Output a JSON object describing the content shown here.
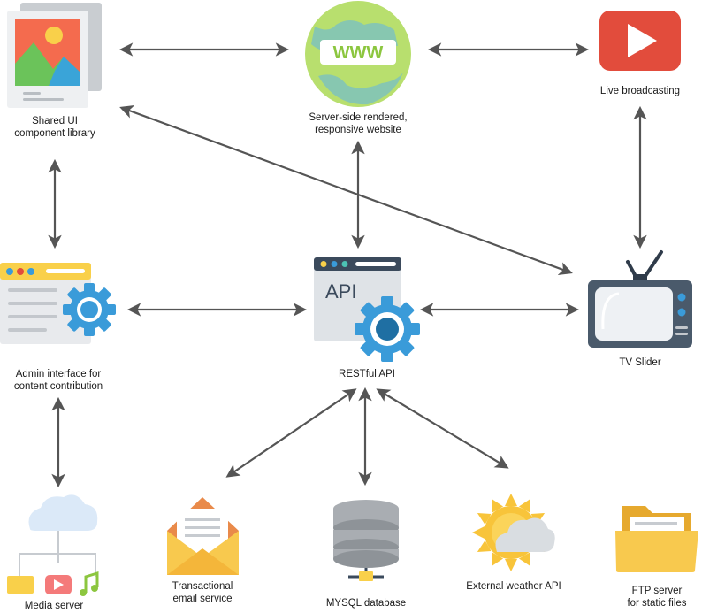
{
  "nodes": {
    "shared_ui": {
      "lines": [
        "Shared UI",
        "component library"
      ],
      "icon": "image-gallery-icon"
    },
    "website": {
      "lines": [
        "Server-side rendered,",
        "responsive website"
      ],
      "icon": "globe-www-icon",
      "www": "WWW"
    },
    "live": {
      "lines": [
        "Live broadcasting"
      ],
      "icon": "play-button-icon"
    },
    "admin": {
      "lines": [
        "Admin interface for",
        "content contribution"
      ],
      "icon": "browser-settings-icon"
    },
    "api": {
      "lines": [
        "RESTful API"
      ],
      "icon": "api-settings-icon",
      "badge": "API"
    },
    "tv": {
      "lines": [
        "TV Slider"
      ],
      "icon": "tv-icon"
    },
    "media": {
      "lines": [
        "Media server"
      ],
      "icon": "cloud-media-icon"
    },
    "email": {
      "lines": [
        "Transactional",
        "email service"
      ],
      "icon": "envelope-icon"
    },
    "mysql": {
      "lines": [
        "MYSQL database"
      ],
      "icon": "database-icon"
    },
    "weather": {
      "lines": [
        "External weather API"
      ],
      "icon": "sun-cloud-icon"
    },
    "ftp": {
      "lines": [
        "FTP server",
        "for static files"
      ],
      "icon": "folder-icon"
    }
  },
  "connections": [
    [
      "shared_ui",
      "website"
    ],
    [
      "website",
      "live"
    ],
    [
      "shared_ui",
      "tv"
    ],
    [
      "shared_ui",
      "admin"
    ],
    [
      "website",
      "api"
    ],
    [
      "live",
      "tv"
    ],
    [
      "admin",
      "api"
    ],
    [
      "api",
      "tv"
    ],
    [
      "admin",
      "media"
    ],
    [
      "api",
      "email"
    ],
    [
      "api",
      "mysql"
    ],
    [
      "api",
      "weather"
    ]
  ],
  "colors": {
    "arrow": "#555555",
    "gear": "#3a9bd9",
    "gear_dark": "#1f6fa3",
    "play_red": "#e24c3c",
    "globe_green": "#b8df6e",
    "globe_blue": "#5fb3e8",
    "folder_yellow": "#f8c94e",
    "sun_yellow": "#f8c43a"
  }
}
